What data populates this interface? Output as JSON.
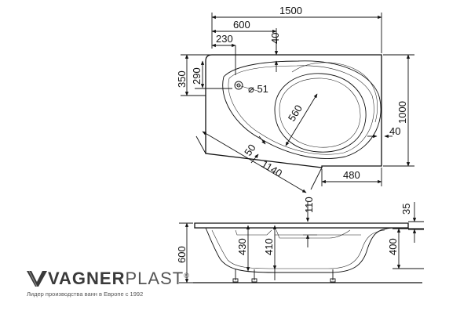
{
  "dimensions": {
    "total_length": "1500",
    "offset_600": "600",
    "offset_230": "230",
    "rim_40_top": "40",
    "height_350": "350",
    "height_290": "290",
    "drain_51": "⌀ 51",
    "inner_560": "560",
    "total_width": "1000",
    "rim_40_right": "40",
    "rim_50": "50",
    "diag_1140": "1140",
    "width_480": "480",
    "height_110": "110",
    "rim_35": "35",
    "total_height": "600",
    "depth_430": "430",
    "depth_410": "410",
    "depth_400": "400"
  },
  "brand": {
    "logo_main": "VAGNER",
    "logo_thin": "PLAST",
    "registered": "®",
    "tagline": "Лидер производства ванн в Европе с 1992"
  },
  "colors": {
    "line": "#111111",
    "logo_gray": "#3a3a3a"
  }
}
